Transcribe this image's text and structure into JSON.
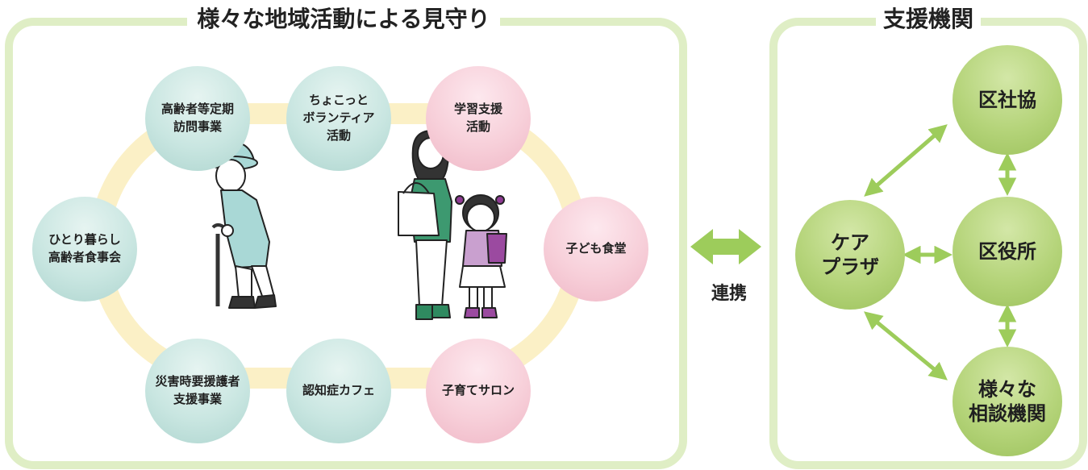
{
  "left_panel": {
    "title": "様々な地域活動による見守り",
    "activities": [
      {
        "label": "高齢者等定期\n訪問事業",
        "color": "teal"
      },
      {
        "label": "ちょこっと\nボランティア\n活動",
        "color": "teal"
      },
      {
        "label": "学習支援\n活動",
        "color": "pink"
      },
      {
        "label": "子ども食堂",
        "color": "pink"
      },
      {
        "label": "子育てサロン",
        "color": "pink"
      },
      {
        "label": "認知症カフェ",
        "color": "teal"
      },
      {
        "label": "災害時要援護者\n支援事業",
        "color": "teal"
      },
      {
        "label": "ひとり暮らし\n高齢者食事会",
        "color": "teal"
      }
    ]
  },
  "link": {
    "label": "連携"
  },
  "right_panel": {
    "title": "支援機関",
    "hub": "ケア\nプラザ",
    "agencies": [
      "区社協",
      "区役所",
      "様々な\n相談機関"
    ]
  },
  "colors": {
    "panel_border": "#dfeec5",
    "ring": "#fbf0c6",
    "teal_bubble": "#c9e6e1",
    "pink_bubble": "#f7cfd9",
    "green_bubble": "#b5d47a",
    "arrow": "#9dcc5b"
  },
  "illustrations": [
    "elderly-man-with-cane",
    "mother-with-bag",
    "schoolgirl-with-backpack"
  ]
}
